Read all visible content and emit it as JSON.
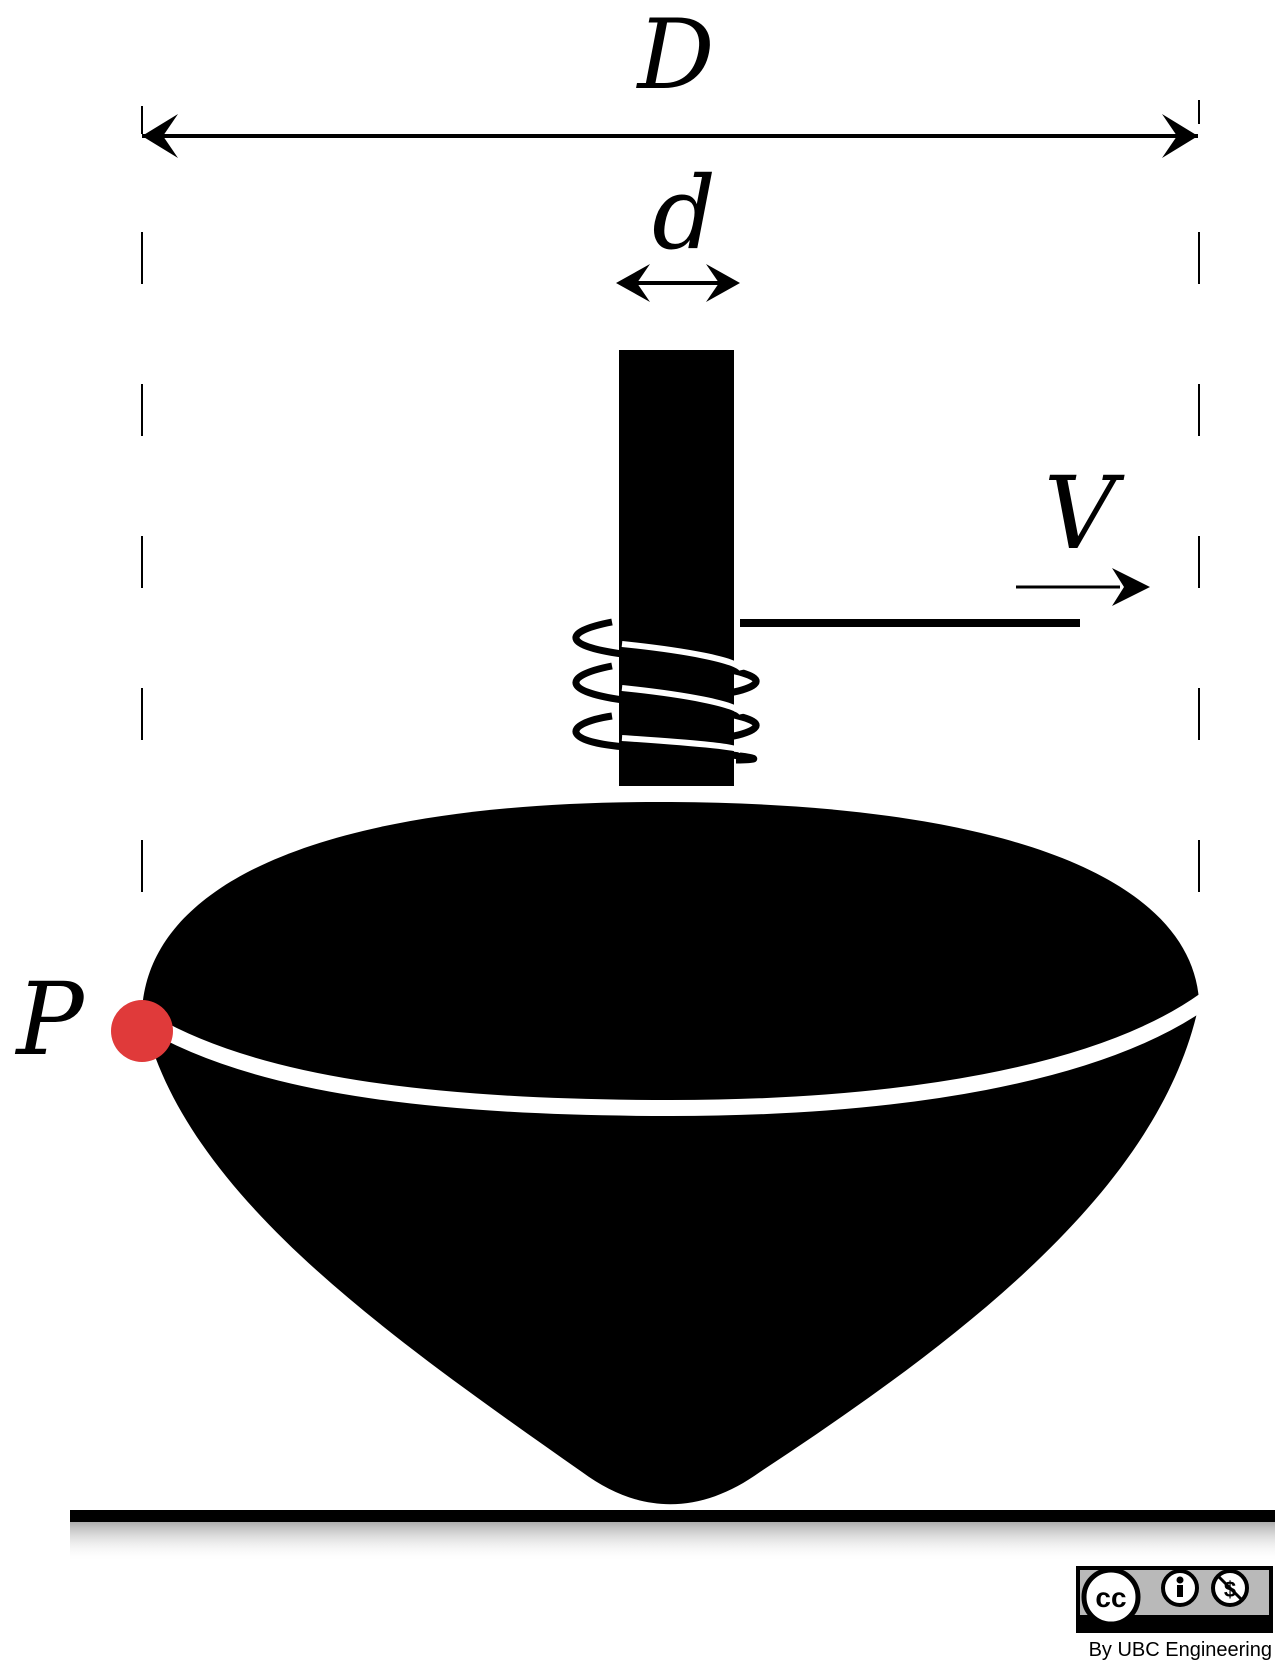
{
  "labels": {
    "outer_diameter": "D",
    "stem_diameter": "d",
    "string_velocity": "V",
    "rim_point": "P"
  },
  "license_badge": {
    "cc_mark": "cc",
    "by": "BY",
    "nc": "NC",
    "credit": "By UBC Engineering"
  },
  "colors": {
    "ink": "#000000",
    "point_p": "#e03a3a",
    "background": "#ffffff",
    "badge_grey": "#b9b9b9"
  }
}
